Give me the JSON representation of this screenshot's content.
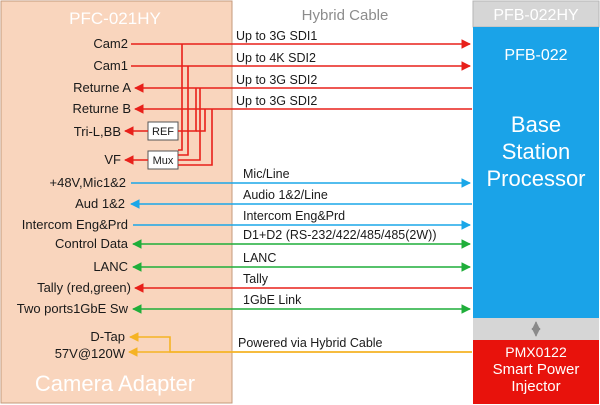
{
  "left_block": {
    "title": "PFC-021HY",
    "footer": "Camera Adapter",
    "signals": [
      "Cam2",
      "Cam1",
      "Returne A",
      "Returne B",
      "Tri-L,BB",
      "VF",
      "+48V,Mic1&2",
      "Aud 1&2",
      "Intercom Eng&Prd",
      "Control Data",
      "LANC",
      "Tally (red,green)",
      "Two ports1GbE Sw",
      "D-Tap",
      "57V@120W"
    ],
    "ref_box": "REF",
    "mux_box": "Mux"
  },
  "middle": {
    "title": "Hybrid Cable",
    "links": [
      "Up to 3G SDI1",
      "Up to 4K SDI2",
      "Up to 3G SDI2",
      "Up to 3G SDI2",
      "Mic/Line",
      "Audio 1&2/Line",
      "Intercom Eng&Prd",
      "D1+D2 (RS-232/422/485/485(2W))",
      "LANC",
      "Tally",
      "1GbE Link",
      "Powered via Hybrid Cable"
    ]
  },
  "right_block": {
    "title": "PFB-022HY",
    "model": "PFB-022",
    "processor_lines": [
      "Base",
      "Station",
      "Processor"
    ],
    "injector_lines": [
      "PMX0122",
      "Smart Power",
      "Injector"
    ]
  },
  "colors": {
    "adapter_fill": "#f9d5bd",
    "adapter_border": "#c49a7c",
    "red": "#e8201a",
    "blue": "#1aa7e8",
    "green": "#1fae3a",
    "orange": "#f5b324",
    "processor_fill": "#1aa3e8",
    "injector_fill": "#e8120c",
    "grey": "#d6d6d6"
  }
}
